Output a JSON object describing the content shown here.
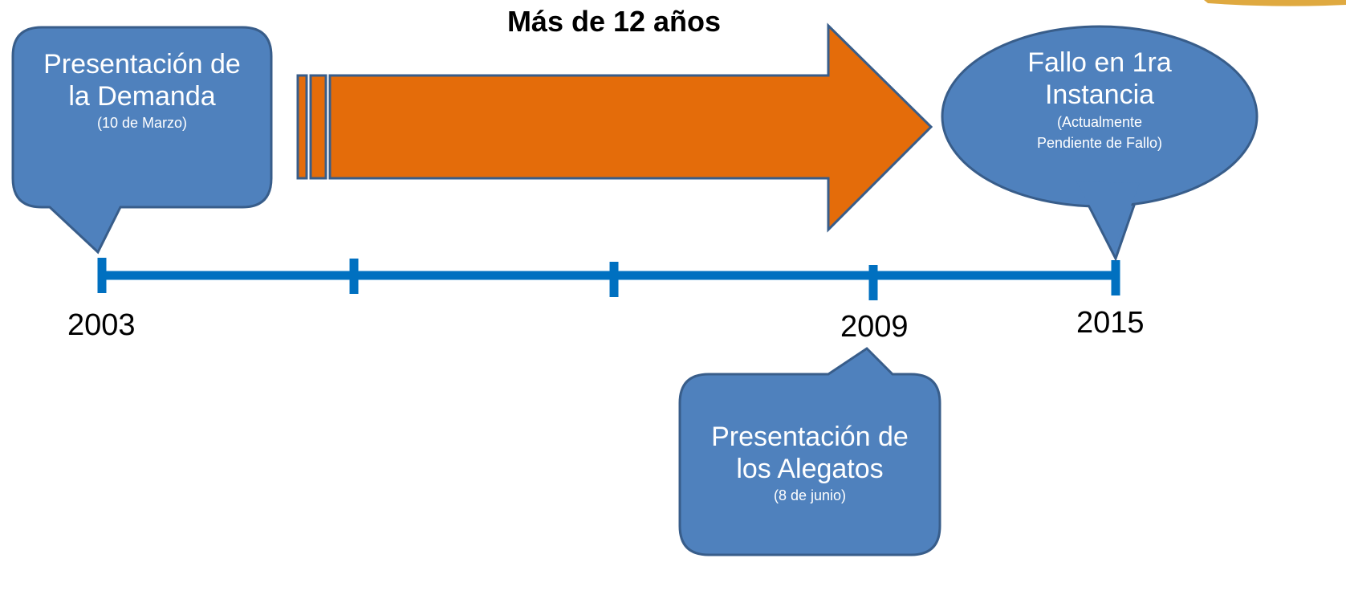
{
  "title": "Más de 12 años",
  "timeline": {
    "years": {
      "start": "2003",
      "middle": "2009",
      "end": "2015"
    }
  },
  "callouts": {
    "demanda": {
      "line1": "Presentación de",
      "line2": "la Demanda",
      "note": "(10 de Marzo)"
    },
    "alegatos": {
      "line1": "Presentación de",
      "line2": "los Alegatos",
      "note": "(8 de junio)"
    },
    "fallo": {
      "line1": "Fallo en 1ra",
      "line2": "Instancia",
      "note_line1": "(Actualmente",
      "note_line2": "Pendiente de Fallo)"
    }
  },
  "colors": {
    "callout_fill": "#4F81BD",
    "callout_stroke": "#385D8A",
    "arrow_fill": "#E46C0A",
    "arrow_stroke": "#385D8A",
    "axis": "#0070C0",
    "corner_accent": "#D99A1E"
  }
}
